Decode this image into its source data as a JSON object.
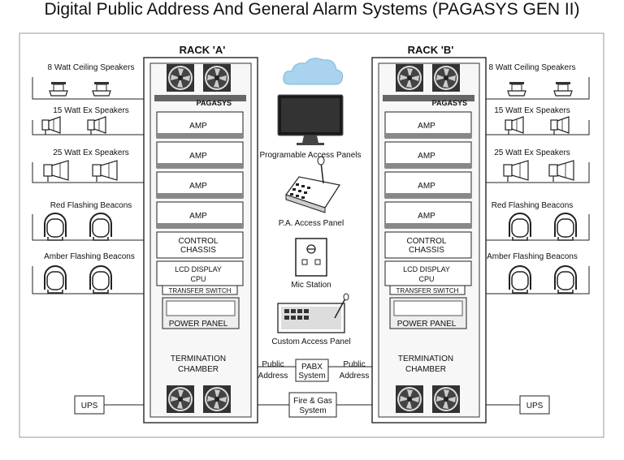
{
  "title": "Digital Public Address And General Alarm Systems (PAGASYS GEN II)",
  "racks": [
    {
      "name": "RACK 'A'",
      "brand": "PAGASYS",
      "amps": [
        "AMP",
        "AMP",
        "AMP",
        "AMP"
      ],
      "control_line1": "CONTROL",
      "control_line2": "CHASSIS",
      "lcd": "LCD DISPLAY",
      "cpu": "CPU",
      "transfer": "TRANSFER SWITCH",
      "power": "POWER PANEL",
      "termination_line1": "TERMINATION",
      "termination_line2": "CHAMBER"
    },
    {
      "name": "RACK 'B'",
      "brand": "PAGASYS",
      "amps": [
        "AMP",
        "AMP",
        "AMP",
        "AMP"
      ],
      "control_line1": "CONTROL",
      "control_line2": "CHASSIS",
      "lcd": "LCD DISPLAY",
      "cpu": "CPU",
      "transfer": "TRANSFER SWITCH",
      "power": "POWER PANEL",
      "termination_line1": "TERMINATION",
      "termination_line2": "CHAMBER"
    }
  ],
  "left_groups": [
    "8 Watt Ceiling Speakers",
    "15 Watt Ex Speakers",
    "25 Watt Ex Speakers",
    "Red Flashing Beacons",
    "Amber Flashing Beacons"
  ],
  "right_groups": [
    "8 Watt Ceiling Speakers",
    "15 Watt Ex Speakers",
    "25 Watt Ex Speakers",
    "Red Flashing Beacons",
    "Amber Flashing Beacons"
  ],
  "center": {
    "programmable": "Programable Access Panels",
    "pa_panel": "P.A. Access Panel",
    "mic_station": "Mic Station",
    "custom_panel": "Custom Access Panel",
    "public_address_line1": "Public",
    "public_address_line2": "Address",
    "pabx_line1": "PABX",
    "pabx_line2": "System",
    "fire_gas_line1": "Fire & Gas",
    "fire_gas_line2": "System"
  },
  "ups": "UPS",
  "colors": {
    "line": "#222222",
    "rack_fill": "#f2f2f2",
    "cloud": "#a9d3ee",
    "screen": "#1a1a1a"
  }
}
